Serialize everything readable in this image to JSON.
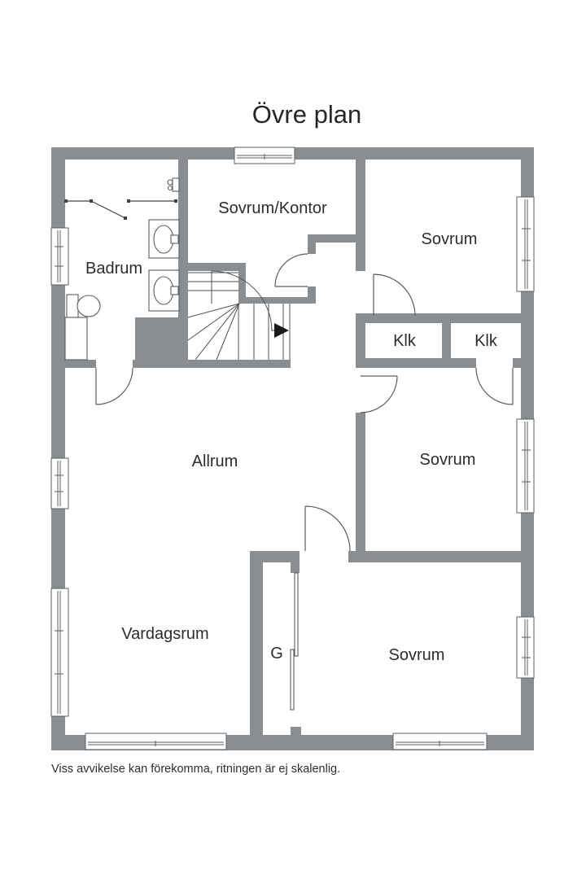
{
  "title": "Övre plan",
  "disclaimer": "Viss avvikelse kan förekomma, ritningen är ej skalenlig.",
  "labels": {
    "badrum": "Badrum",
    "sovrum_kontor": "Sovrum/Kontor",
    "sovrum_top": "Sovrum",
    "klk_left": "Klk",
    "klk_right": "Klk",
    "allrum": "Allrum",
    "sovrum_mid": "Sovrum",
    "vardagsrum": "Vardagsrum",
    "garderob": "G",
    "sovrum_bottom": "Sovrum"
  },
  "colors": {
    "wall": "#898e92",
    "line": "#595d60",
    "thin": "#4c5053",
    "text": "#2d2d2d"
  }
}
